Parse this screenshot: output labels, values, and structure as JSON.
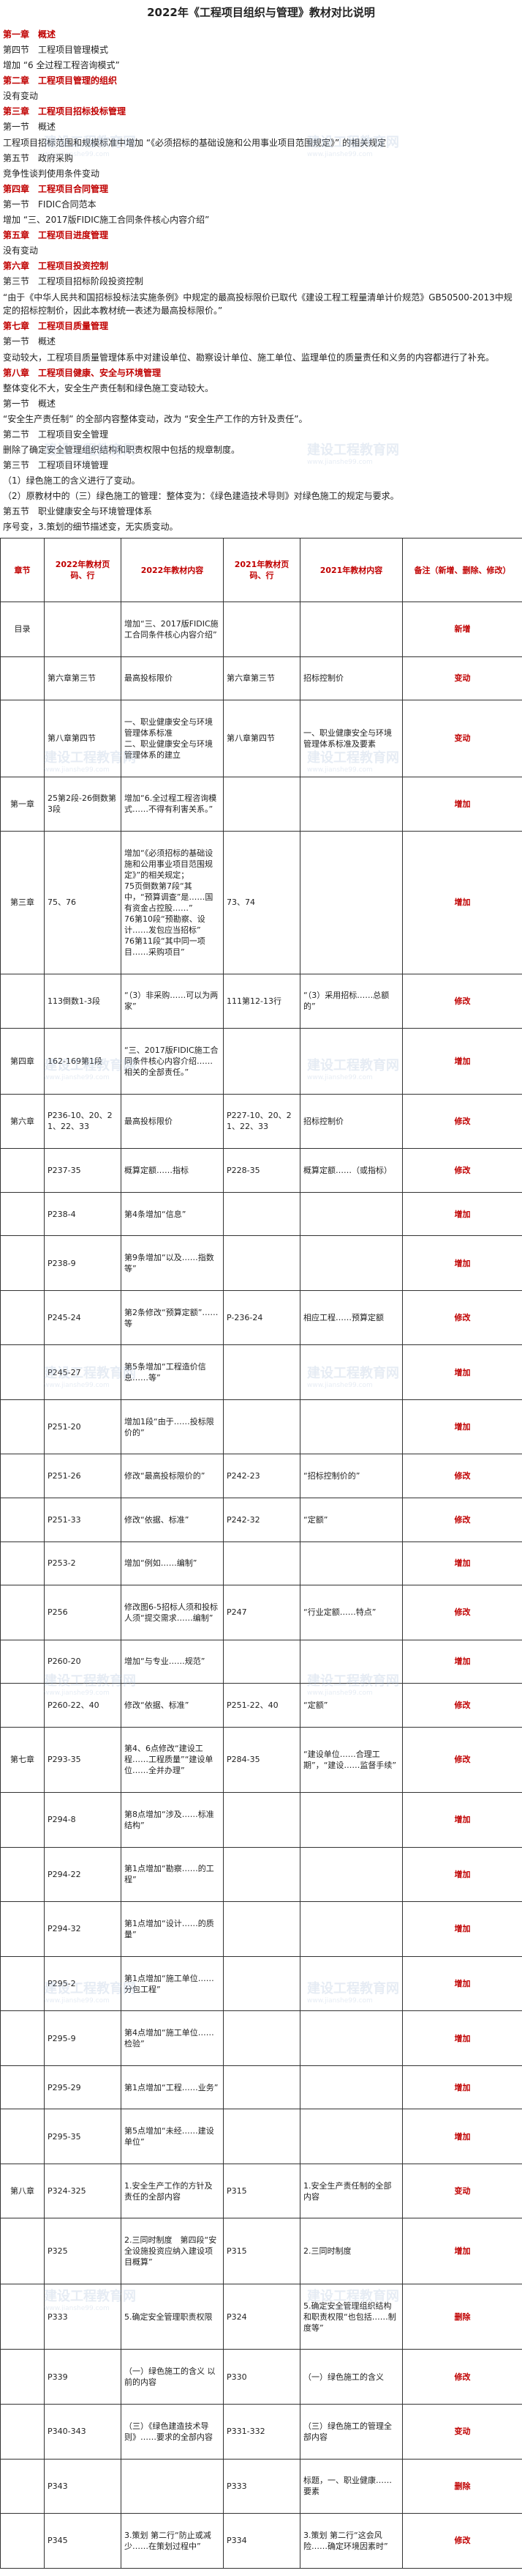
{
  "title": "2022年《工程项目组织与管理》教材对比说明",
  "intro_lines": [
    {
      "text": "第一章　概述",
      "red": true
    },
    {
      "text": "第四节　工程项目管理模式",
      "red": false
    },
    {
      "text": "增加 “6 全过程工程咨询模式”",
      "red": false
    },
    {
      "text": "第二章　工程项目管理的组织",
      "red": true
    },
    {
      "text": "没有变动",
      "red": false
    },
    {
      "text": "第三章　工程项目招标投标管理",
      "red": true
    },
    {
      "text": "第一节　概述",
      "red": false
    },
    {
      "text": "工程项目招标范围和规模标准中增加 “《必须招标的基础设施和公用事业项目范围规定》” 的相关规定",
      "red": false,
      "wrap": true
    },
    {
      "text": "第五节　政府采购",
      "red": false
    },
    {
      "text": "竞争性谈判使用条件变动",
      "red": false
    },
    {
      "text": "第四章　工程项目合同管理",
      "red": true
    },
    {
      "text": "第一节　FIDIC合同范本",
      "red": false
    },
    {
      "text": "增加 “三、2017版FIDIC施工合同条件核心内容介绍”",
      "red": false
    },
    {
      "text": "第五章　工程项目进度管理",
      "red": true
    },
    {
      "text": "没有变动",
      "red": false
    },
    {
      "text": "第六章　工程项目投资控制",
      "red": true
    },
    {
      "text": "第三节　工程项目招标阶段投资控制",
      "red": false
    },
    {
      "text": "“由于《中华人民共和国招标投标法实施条例》中规定的最高投标限价已取代《建设工程工程量清单计价规范》GB50500-2013中规定的招标控制价，因此本教材统一表述为最高投标限价。”",
      "red": false,
      "wrap": true
    },
    {
      "text": "第七章　工程项目质量管理",
      "red": true
    },
    {
      "text": "第一节　概述",
      "red": false
    },
    {
      "text": "变动较大，工程项目质量管理体系中对建设单位、勘察设计单位、施工单位、监理单位的质量责任和义务的内容都进行了补充。",
      "red": false,
      "wrap": true
    },
    {
      "text": "第八章　工程项目健康、安全与环境管理",
      "red": true
    },
    {
      "text": "整体变化不大，安全生产责任制和绿色施工变动较大。",
      "red": false
    },
    {
      "text": "第一节　概述",
      "red": false
    },
    {
      "text": "“安全生产责任制” 的全部内容整体变动，改为 “安全生产工作的方针及责任”。",
      "red": false
    },
    {
      "text": "第二节　工程项目安全管理",
      "red": false
    },
    {
      "text": "删除了确定安全管理组织结构和职责权限中包括的规章制度。",
      "red": false
    },
    {
      "text": "第三节　工程项目环境管理",
      "red": false
    },
    {
      "text": "（1）绿色施工的含义进行了变动。",
      "red": false
    },
    {
      "text": "（2）原教材中的（三）绿色施工的管理：整体变为：《绿色建造技术导则》对绿色施工的规定与要求。",
      "red": false
    },
    {
      "text": "第五节　职业健康安全与环境管理体系",
      "red": false
    },
    {
      "text": "序号变，3.策划的细节描述变，无实质变动。",
      "red": false
    }
  ],
  "table": {
    "headers": [
      "章节",
      "2022年教材页码、行",
      "2022年教材内容",
      "2021年教材页码、行",
      "2021年教材内容",
      "备注（新增、删除、修改）"
    ],
    "rows": [
      {
        "chapter": "目录",
        "p22": "",
        "c22": "增加“三、2017版FIDIC施工合同条件核心内容介绍”",
        "p21": "",
        "c21": "",
        "status": "新增"
      },
      {
        "chapter": "",
        "p22": "第六章第三节",
        "c22": "最高投标限价",
        "p21": "第六章第三节",
        "c21": "招标控制价",
        "status": "变动"
      },
      {
        "chapter": "",
        "p22": "第八章第四节",
        "c22": "一、职业健康安全与环境管理体系标准\n二、职业健康安全与环境管理体系的建立",
        "p21": "第八章第四节",
        "c21": "一、职业健康安全与环境管理体系标准及要素",
        "status": "变动"
      },
      {
        "chapter": "第一章",
        "p22": "25第2段-26倒数第3段",
        "c22": "增加“6.全过程工程咨询模式……不得有利害关系。”",
        "p21": "",
        "c21": "",
        "status": "增加"
      },
      {
        "chapter": "第三章",
        "p22": "75、76",
        "c22": "增加“《必须招标的基础设施和公用事业项目范围规定》”的相关规定；\n75页倒数第7段“其中，“预算调查”是……国有资金占控股……”\n76第10段“预勘察、设计……发包应当招标”\n76第11段“其中同一项目……采购项目”",
        "p21": "73、74",
        "c21": "",
        "status": "增加"
      },
      {
        "chapter": "",
        "p22": "113倒数1-3段",
        "c22": "“（3）非采购……可以为两家”",
        "p21": "111第12-13行",
        "c21": "“（3）采用招标……总额的”",
        "status": "修改"
      },
      {
        "chapter": "第四章",
        "p22": "162-169第1段",
        "c22": "“三、2017版FIDIC施工合同条件核心内容介绍……相关的全部责任。”",
        "p21": "",
        "c21": "",
        "status": "增加"
      },
      {
        "chapter": "第六章",
        "p22": "P236-10、20、21、22、33",
        "c22": "最高投标限价",
        "p21": "P227-10、20、21、22、33",
        "c21": "招标控制价",
        "status": "修改"
      },
      {
        "chapter": "",
        "p22": "P237-35",
        "c22": "概算定额……指标",
        "p21": "P228-35",
        "c21": "概算定额……（或指标）",
        "status": "修改"
      },
      {
        "chapter": "",
        "p22": "P238-4",
        "c22": "第4条增加“信息”",
        "p21": "",
        "c21": "",
        "status": "增加"
      },
      {
        "chapter": "",
        "p22": "P238-9",
        "c22": "第9条增加“以及……指数等”",
        "p21": "",
        "c21": "",
        "status": "增加"
      },
      {
        "chapter": "",
        "p22": "P245-24",
        "c22": "第2条修改“预算定额”……等",
        "p21": "P-236-24",
        "c21": "相应工程……预算定额",
        "status": "修改"
      },
      {
        "chapter": "",
        "p22": "P245-27",
        "c22": "第5条增加“工程造价信息……等”",
        "p21": "",
        "c21": "",
        "status": "增加"
      },
      {
        "chapter": "",
        "p22": "P251-20",
        "c22": "增加1段“由于……投标限价的”",
        "p21": "",
        "c21": "",
        "status": "增加"
      },
      {
        "chapter": "",
        "p22": "P251-26",
        "c22": "修改“最高投标限价的”",
        "p21": "P242-23",
        "c21": "“招标控制价的”",
        "status": "修改"
      },
      {
        "chapter": "",
        "p22": "P251-33",
        "c22": "修改“依据、标准”",
        "p21": "P242-32",
        "c21": "“定额”",
        "status": "修改"
      },
      {
        "chapter": "",
        "p22": "P253-2",
        "c22": "增加“例如……编制”",
        "p21": "",
        "c21": "",
        "status": "增加"
      },
      {
        "chapter": "",
        "p22": "P256",
        "c22": "修改图6-5招标人须和投标人须“提交需求……编制”",
        "p21": "P247",
        "c21": "“行业定额……特点”",
        "status": "修改"
      },
      {
        "chapter": "",
        "p22": "P260-20",
        "c22": "增加“与专业……规范”",
        "p21": "",
        "c21": "",
        "status": "增加"
      },
      {
        "chapter": "",
        "p22": "P260-22、40",
        "c22": "修改“依据、标准”",
        "p21": "P251-22、40",
        "c21": "“定额”",
        "status": "修改"
      },
      {
        "chapter": "第七章",
        "p22": "P293-35",
        "c22": "第4、6点修改“建设工程……工程质量”“建设单位……全并办理”",
        "p21": "P284-35",
        "c21": "“建设单位……合理工期”，“建设……监督手续”",
        "status": "修改"
      },
      {
        "chapter": "",
        "p22": "P294-8",
        "c22": "第8点增加“涉及……标准结构”",
        "p21": "",
        "c21": "",
        "status": "增加"
      },
      {
        "chapter": "",
        "p22": "P294-22",
        "c22": "第1点增加“勘察……的工程”",
        "p21": "",
        "c21": "",
        "status": "增加"
      },
      {
        "chapter": "",
        "p22": "P294-32",
        "c22": "第1点增加“设计……的质量”",
        "p21": "",
        "c21": "",
        "status": "增加"
      },
      {
        "chapter": "",
        "p22": "P295-2",
        "c22": "第1点增加“施工单位……分包工程”",
        "p21": "",
        "c21": "",
        "status": "增加"
      },
      {
        "chapter": "",
        "p22": "P295-9",
        "c22": "第4点增加“施工单位……检验”",
        "p21": "",
        "c21": "",
        "status": "增加"
      },
      {
        "chapter": "",
        "p22": "P295-29",
        "c22": "第1点增加“工程……业务”",
        "p21": "",
        "c21": "",
        "status": "增加"
      },
      {
        "chapter": "",
        "p22": "P295-35",
        "c22": "第5点增加“未经……建设单位”",
        "p21": "",
        "c21": "",
        "status": "增加"
      },
      {
        "chapter": "第八章",
        "p22": "P324-325",
        "c22": "1.安全生产工作的方针及责任的全部内容",
        "p21": "P315",
        "c21": "1.安全生产责任制的全部内容",
        "status": "变动"
      },
      {
        "chapter": "",
        "p22": "P325",
        "c22": "2.三同时制度　第四段“安全设施投资应纳入建设项目概算”",
        "p21": "P315",
        "c21": "2.三同时制度",
        "status": "增加"
      },
      {
        "chapter": "",
        "p22": "P333",
        "c22": "5.确定安全管理职责权限",
        "p21": "P324",
        "c21": "5.确定安全管理组织结构和职责权限“也包括……制度等”",
        "status": "删除"
      },
      {
        "chapter": "",
        "p22": "P339",
        "c22": "（一）绿色施工的含义 以前的内容",
        "p21": "P330",
        "c21": "（一）绿色施工的含义",
        "status": "修改"
      },
      {
        "chapter": "",
        "p22": "P340-343",
        "c22": "（三）《绿色建造技术导则》……要求的全部内容",
        "p21": "P331-332",
        "c21": "（三）绿色施工的管理全部内容",
        "status": "变动"
      },
      {
        "chapter": "",
        "p22": "P343",
        "c22": "",
        "p21": "P333",
        "c21": "标题，一、职业健康……要素",
        "status": "删除"
      },
      {
        "chapter": "",
        "p22": "P345",
        "c22": "3.策划 第二行“防止或减少……在策划过程中”",
        "p21": "P334",
        "c21": "3.策划 第二行“这会风险……确定环境因素时”",
        "status": "修改"
      }
    ]
  },
  "watermark": {
    "brand": "建设工程教育网",
    "url": "www.jianshe99.com"
  }
}
